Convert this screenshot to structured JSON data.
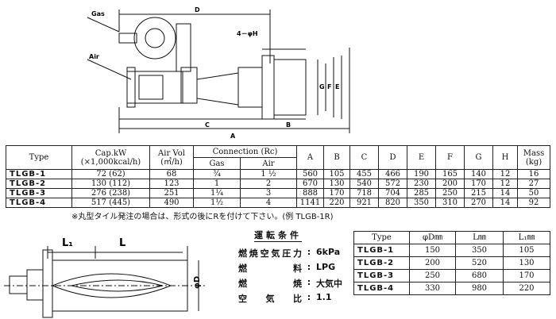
{
  "drawing_top": {
    "gas": "Gas",
    "air": "Air",
    "d": "D",
    "holes": "4－φH",
    "c": "C",
    "b": "B",
    "a": "A",
    "g": "G",
    "f": "F",
    "e": "E"
  },
  "main_table": {
    "headers": {
      "type": "Type",
      "cap": "Cap.kW",
      "cap_unit": "(×1,000kcal/h)",
      "airvol": "Air Vol",
      "airvol_unit": "(㎥/h)",
      "connection": "Connection (Rc)",
      "gas": "Gas",
      "air": "Air",
      "a": "A",
      "b": "B",
      "c": "C",
      "d": "D",
      "e": "E",
      "f": "F",
      "g": "G",
      "h": "H",
      "mass": "Mass",
      "mass_unit": "(kg)"
    },
    "rows": [
      {
        "type": "TLGB-1",
        "cap": "72 (62)",
        "airvol": "68",
        "gas": "¾",
        "air": "1 ½",
        "a": "560",
        "b": "105",
        "c": "455",
        "d": "466",
        "e": "190",
        "f": "165",
        "g": "140",
        "h": "12",
        "mass": "16"
      },
      {
        "type": "TLGB-2",
        "cap": "130 (112)",
        "airvol": "123",
        "gas": "1",
        "air": "2",
        "a": "670",
        "b": "130",
        "c": "540",
        "d": "572",
        "e": "230",
        "f": "200",
        "g": "170",
        "h": "12",
        "mass": "27"
      },
      {
        "type": "TLGB-3",
        "cap": "276 (238)",
        "airvol": "251",
        "gas": "1¼",
        "air": "3",
        "a": "888",
        "b": "170",
        "c": "718",
        "d": "704",
        "e": "285",
        "f": "250",
        "g": "215",
        "h": "14",
        "mass": "50"
      },
      {
        "type": "TLGB-4",
        "cap": "517 (445)",
        "airvol": "490",
        "gas": "1½",
        "air": "4",
        "a": "1141",
        "b": "220",
        "c": "921",
        "d": "820",
        "e": "350",
        "f": "310",
        "g": "270",
        "h": "14",
        "mass": "92"
      }
    ]
  },
  "note": "※丸型タイル発注の場合は、形式の後にRを付けて下さい。(例 TLGB-1R)",
  "drawing_bottom": {
    "l1": "L₁",
    "l": "L",
    "phid": "φD"
  },
  "conditions": {
    "title": "運転条件",
    "items": [
      {
        "label": "燃焼空気圧力",
        "value": "6kPa"
      },
      {
        "label": "燃料",
        "value": "LPG"
      },
      {
        "label": "燃焼",
        "value": "大気中"
      },
      {
        "label": "空気比",
        "value": "1.1"
      }
    ]
  },
  "small_table": {
    "headers": {
      "type": "Type",
      "d": "φD㎜",
      "l": "L㎜",
      "l1": "L₁㎜"
    },
    "rows": [
      {
        "type": "TLGB-1",
        "d": "150",
        "l": "350",
        "l1": "105"
      },
      {
        "type": "TLGB-2",
        "d": "200",
        "l": "520",
        "l1": "130"
      },
      {
        "type": "TLGB-3",
        "d": "250",
        "l": "680",
        "l1": "170"
      },
      {
        "type": "TLGB-4",
        "d": "330",
        "l": "980",
        "l1": "220"
      }
    ]
  }
}
